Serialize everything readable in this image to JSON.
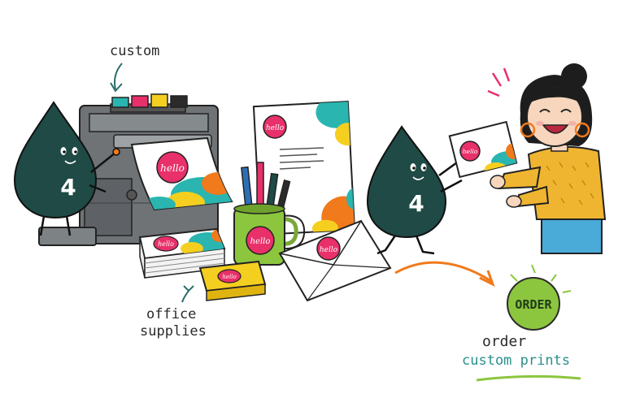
{
  "labels": {
    "custom": "custom",
    "office_line1": "office",
    "office_line2": "supplies",
    "order_line1": "order",
    "order_line2": "custom prints",
    "order_badge": "ORDER"
  },
  "brand": {
    "hello": "hello",
    "mascot_number": "4"
  },
  "colors": {
    "ink": "#1f4a45",
    "teal": "#2ab5b0",
    "pink": "#e8306a",
    "yellow": "#f5cf20",
    "orange": "#f07a1c",
    "green": "#8cc63e",
    "sweater": "#f0b530",
    "jeans": "#4aaad8"
  },
  "icons": {
    "printer": "printer-illustration",
    "mascot": "ink-drop-mascot",
    "mug": "pen-mug",
    "woman": "happy-customer"
  }
}
